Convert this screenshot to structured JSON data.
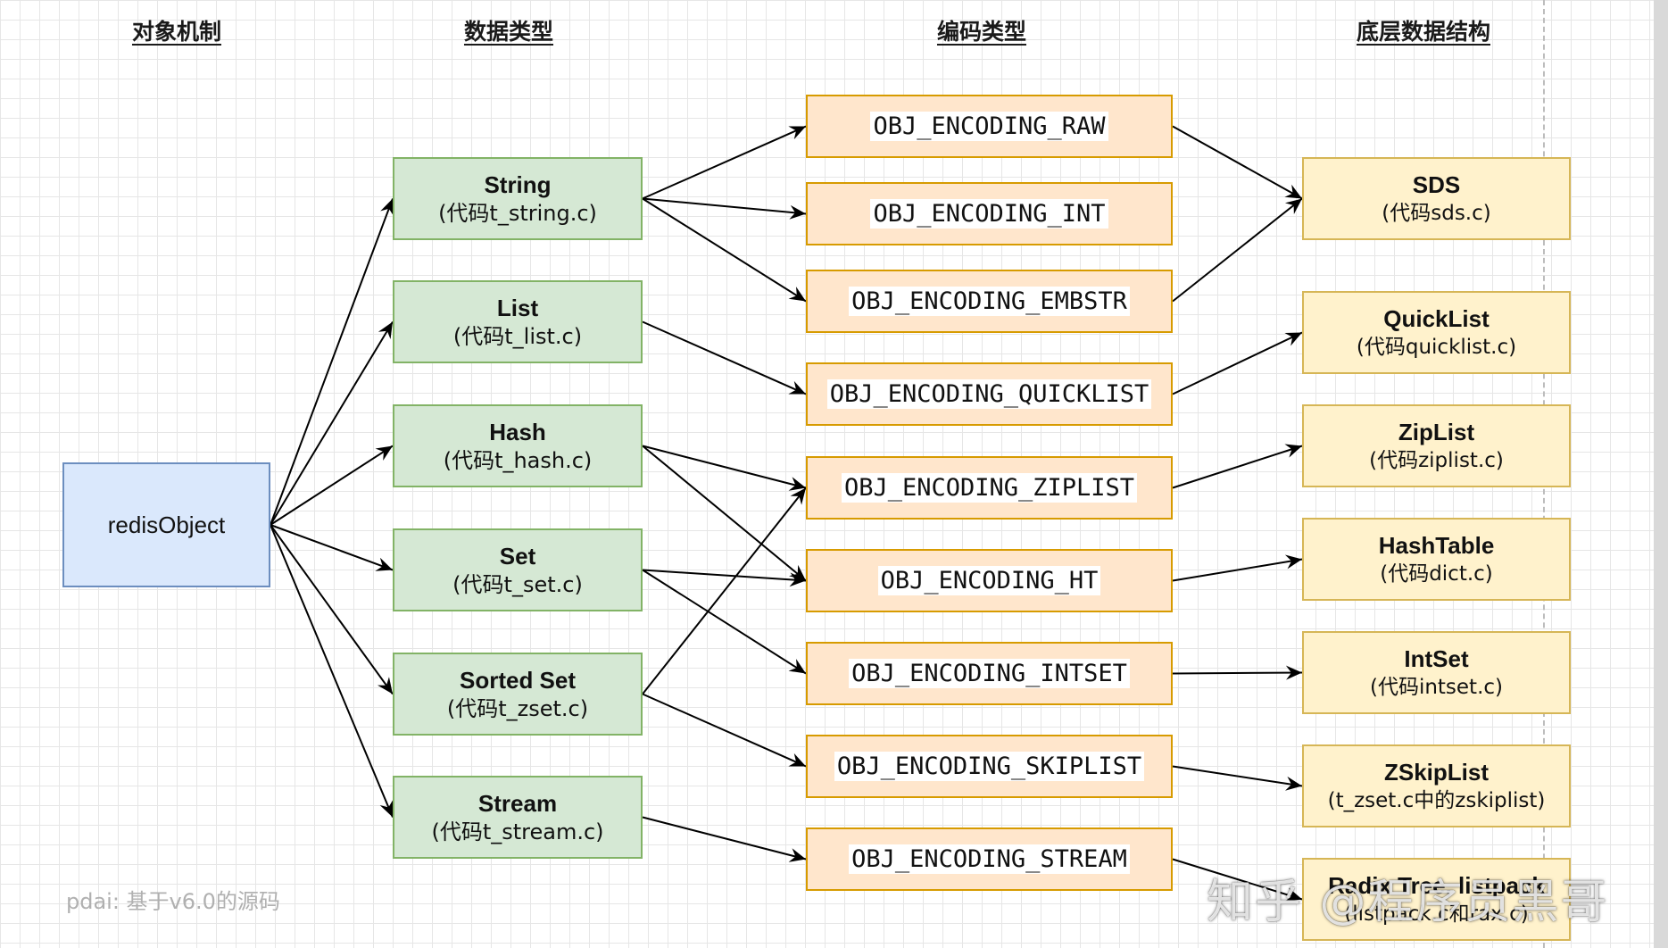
{
  "headers": {
    "object": "对象机制",
    "type": "数据类型",
    "encoding": "编码类型",
    "structure": "底层数据结构"
  },
  "root": {
    "label": "redisObject"
  },
  "types": [
    {
      "name": "String",
      "src": "(代码t_string.c)"
    },
    {
      "name": "List",
      "src": "(代码t_list.c)"
    },
    {
      "name": "Hash",
      "src": "(代码t_hash.c)"
    },
    {
      "name": "Set",
      "src": "(代码t_set.c)"
    },
    {
      "name": "Sorted Set",
      "src": "(代码t_zset.c)"
    },
    {
      "name": "Stream",
      "src": "(代码t_stream.c)"
    }
  ],
  "encodings": [
    "OBJ_ENCODING_RAW",
    "OBJ_ENCODING_INT",
    "OBJ_ENCODING_EMBSTR",
    "OBJ_ENCODING_QUICKLIST",
    "OBJ_ENCODING_ZIPLIST",
    "OBJ_ENCODING_HT",
    "OBJ_ENCODING_INTSET",
    "OBJ_ENCODING_SKIPLIST",
    "OBJ_ENCODING_STREAM"
  ],
  "structures": [
    {
      "name": "SDS",
      "src": "(代码sds.c)"
    },
    {
      "name": "QuickList",
      "src": "(代码quicklist.c)"
    },
    {
      "name": "ZipList",
      "src": "(代码ziplist.c)"
    },
    {
      "name": "HashTable",
      "src": "(代码dict.c)"
    },
    {
      "name": "IntSet",
      "src": "(代码intset.c)"
    },
    {
      "name": "ZSkipList",
      "src": "(t_zset.c中的zskiplist)"
    },
    {
      "name": "Radix Tree, listpack",
      "src": "(listpack.c和rax.c)"
    }
  ],
  "edges": {
    "root_to_types": [
      0,
      1,
      2,
      3,
      4,
      5
    ],
    "type_to_encoding": [
      [
        0,
        0
      ],
      [
        0,
        1
      ],
      [
        0,
        2
      ],
      [
        1,
        3
      ],
      [
        2,
        4
      ],
      [
        2,
        5
      ],
      [
        3,
        5
      ],
      [
        3,
        6
      ],
      [
        4,
        4
      ],
      [
        4,
        7
      ],
      [
        5,
        8
      ]
    ],
    "encoding_to_structure": [
      [
        0,
        0
      ],
      [
        2,
        0
      ],
      [
        3,
        1
      ],
      [
        4,
        2
      ],
      [
        5,
        3
      ],
      [
        6,
        4
      ],
      [
        7,
        5
      ],
      [
        8,
        6
      ]
    ]
  },
  "footnote": "pdai: 基于v6.0的源码",
  "watermark": "知乎 @程序员黑哥"
}
